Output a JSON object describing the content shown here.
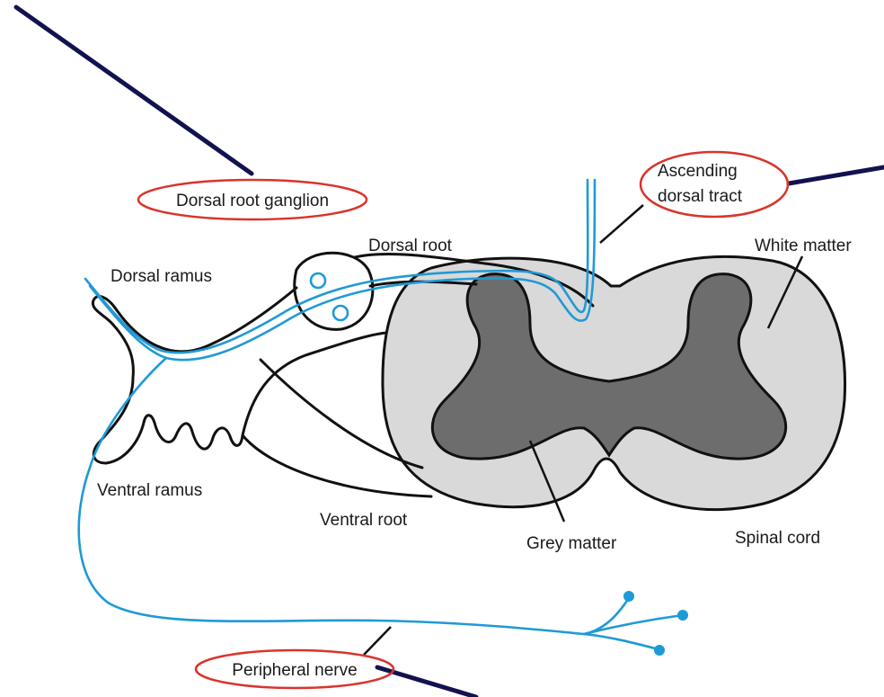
{
  "labels": {
    "dorsal_root_ganglion": "Dorsal root ganglion",
    "ascending_line1": "Ascending",
    "ascending_line2": "dorsal tract",
    "dorsal_root": "Dorsal root",
    "dorsal_ramus": "Dorsal ramus",
    "white_matter": "White matter",
    "ventral_ramus": "Ventral ramus",
    "ventral_root": "Ventral root",
    "grey_matter": "Grey matter",
    "spinal_cord": "Spinal cord",
    "peripheral_nerve": "Peripheral nerve"
  },
  "colors": {
    "nerve": "#1f9ad6",
    "highlight_oval": "#d9342b",
    "pointer_line": "#121250",
    "white_matter_fill": "#d9d9d9",
    "grey_matter_fill": "#6d6d6d",
    "outline": "#111111"
  }
}
